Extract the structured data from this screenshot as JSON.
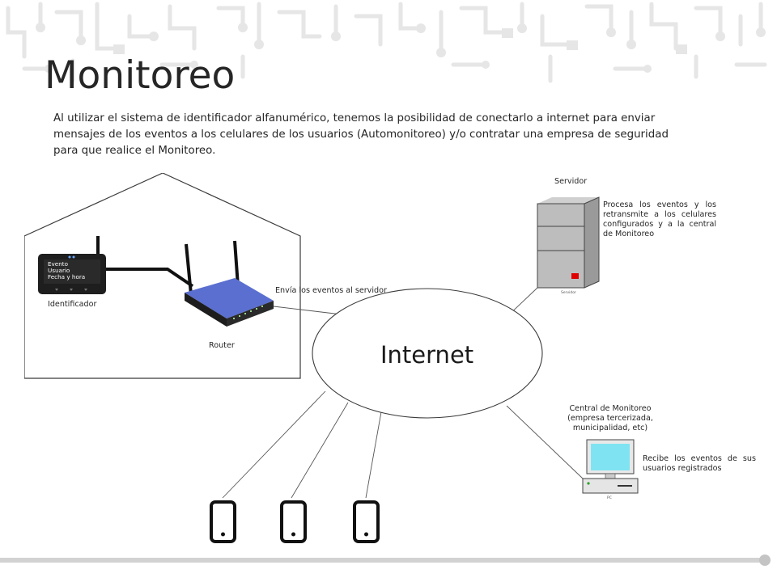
{
  "slide": {
    "title": "Monitoreo",
    "description": "Al utilizar el sistema de identificador alfanumérico, tenemos la posibilidad de conectarlo a internet para enviar mensajes de los eventos a los celulares de los usuarios (Automonitoreo)  y/o contratar una empresa de seguridad para que realice el Monitoreo."
  },
  "diagram": {
    "identificador": {
      "label": "Identificador",
      "screen_lines": [
        "Evento",
        "Usuario",
        "Fecha  y hora"
      ]
    },
    "router": {
      "label": "Router"
    },
    "edge_label": "Envía los eventos al servidor",
    "internet": {
      "label": "Internet"
    },
    "servidor": {
      "label": "Servidor",
      "caption": "Servidor",
      "description": "Procesa los eventos y los retransmite a los celulares configurados y a la central de Monitoreo"
    },
    "central": {
      "title_lines": [
        "Central de Monitoreo",
        "(empresa tercerizada,",
        "municipalidad, etc)"
      ],
      "description": "Recibe los eventos de sus usuarios registrados",
      "caption": "PC"
    },
    "phones": {
      "count": 3,
      "icon": "smartphone-icon"
    }
  },
  "colors": {
    "router_blue": "#5a6fd0",
    "monitor_screen": "#7fe3f2",
    "server_led": "#e00000",
    "circuit_pattern": "#e6e6e6"
  }
}
